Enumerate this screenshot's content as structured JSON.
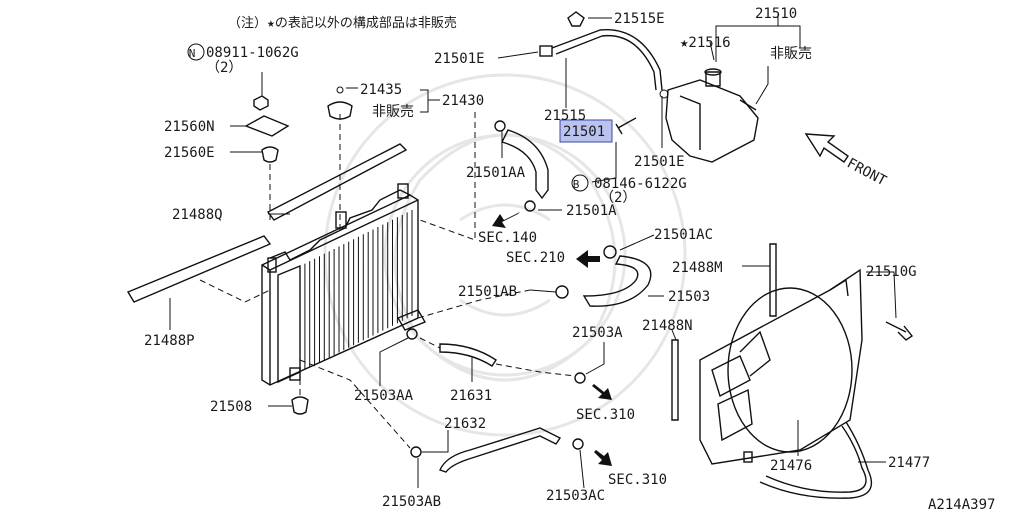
{
  "header_note": "（注）★の表記以外の構成部品は非販売",
  "footer_code": "A214A397",
  "front_label": "FRONT",
  "highlighted_part": "21501",
  "labels": {
    "p21515E": "21515E",
    "p21510": "21510",
    "p21516": "★21516",
    "not_for_sale_right": "非販売",
    "p21501E_top": "21501E",
    "p21515": "21515",
    "p21501": "21501",
    "p21501E_bot": "21501E",
    "bolt_08146": "08146-6122G",
    "bolt_08146_qty": "（2）",
    "bolt_08146_mark": "B",
    "nut_08911": "08911-1062G",
    "nut_08911_qty": "（2）",
    "nut_08911_mark": "N",
    "p21435": "21435",
    "p21430": "21430",
    "not_for_sale_left": "非販売",
    "p21560N": "21560N",
    "p21560E": "21560E",
    "p21501AA": "21501AA",
    "p21501A": "21501A",
    "p21488Q": "21488Q",
    "sec140": "SEC.140",
    "p21501AC": "21501AC",
    "sec210": "SEC.210",
    "p21488M": "21488M",
    "p21510G": "21510G",
    "p21501AB": "21501AB",
    "p21503": "21503",
    "p21488P": "21488P",
    "p21488N": "21488N",
    "p21503A": "21503A",
    "p21503AA": "21503AA",
    "p21631": "21631",
    "sec310_a": "SEC.310",
    "p21508": "21508",
    "p21632": "21632",
    "sec310_b": "SEC.310",
    "p21476": "21476",
    "p21477": "21477",
    "p21503AB": "21503AB",
    "p21503AC": "21503AC"
  }
}
